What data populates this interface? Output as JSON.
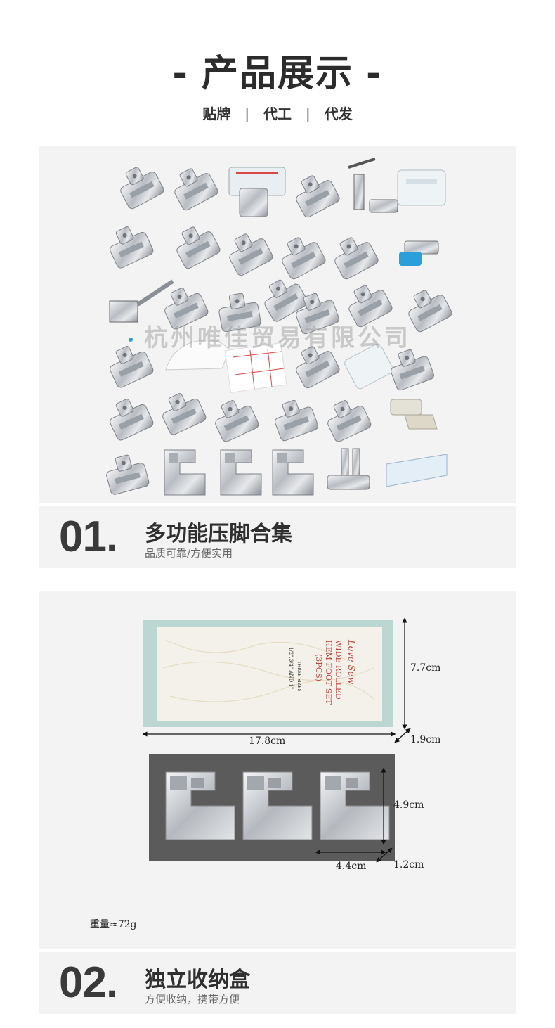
{
  "header": {
    "title": "产品展示",
    "dash_left": "-",
    "dash_right": "-",
    "subtitle_items": [
      "贴牌",
      "代工",
      "代发"
    ],
    "separator": "|"
  },
  "section1": {
    "watermark": "杭州唯佳贸易有限公司",
    "number": "01.",
    "title": "多功能压脚合集",
    "subtitle": "品质可靠/方便实用"
  },
  "section2": {
    "box": {
      "brand": "Love Sew",
      "product_line1": "WIDE ROLLED",
      "product_line2": "HEM FOOT SET",
      "product_line3": "(3PCS)",
      "sizes_label": "THREE SIZES",
      "sizes_value": "1/2\",3/4\" AND 1\""
    },
    "dims": {
      "box_height": "7.7cm",
      "box_width": "17.8cm",
      "box_depth": "1.9cm",
      "tray_height": "4.9cm",
      "tray_width": "4.4cm",
      "tray_depth": "1.2cm"
    },
    "weight": "重量≈72g",
    "number": "02.",
    "title": "独立收纳盒",
    "subtitle": "方便收纳，携带方便"
  },
  "colors": {
    "panel_bg": "#f3f3f3",
    "box_border": "#b9d4d1",
    "box_label_text": "#c0473c",
    "tray_bg": "#5b5b5b",
    "metal": "#cfd2d6",
    "accent_blue": "#2b9fd9",
    "accent_red": "#d94848"
  },
  "icons": {
    "presser_foot": "presser-foot-icon",
    "hem_foot": "hem-foot-icon"
  }
}
